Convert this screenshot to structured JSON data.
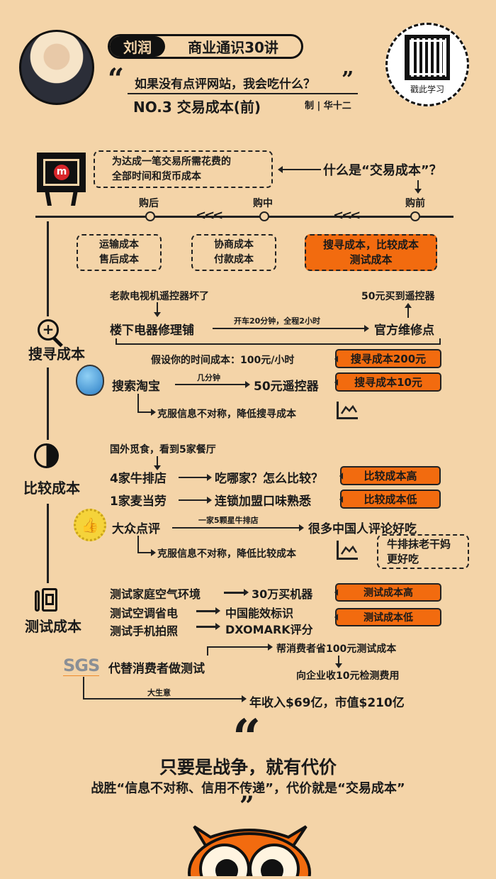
{
  "header": {
    "author": "刘润",
    "series": "商业通识30讲",
    "question": "如果没有点评网站，我会吃什么？",
    "episode": "NO.3  交易成本(前)",
    "credit": "制 | 华十二",
    "qr_label": "戳此学习"
  },
  "definition": {
    "text_line1": "为达成一笔交易所需花费的",
    "text_line2": "全部时间和货币成本",
    "question": "什么是“交易成本”？"
  },
  "timeline": {
    "stages": [
      "购后",
      "购中",
      "购前"
    ],
    "boxes": [
      {
        "line1": "运输成本",
        "line2": "售后成本"
      },
      {
        "line1": "协商成本",
        "line2": "付款成本"
      },
      {
        "line1": "搜寻成本，比较成本",
        "line2": "测试成本"
      }
    ]
  },
  "search": {
    "label": "搜寻成本",
    "scenario": "老款电视机遥控器坏了",
    "shop": "楼下电器修理铺",
    "drive": "开车20分钟，全程2小时",
    "official": "官方维修点",
    "bought": "50元买到遥控器",
    "assume": "假设你的时间成本：100元/小时",
    "cost_high": "搜寻成本200元",
    "taobao": "搜索淘宝",
    "minutes": "几分钟",
    "remote": "50元遥控器",
    "cost_low": "搜寻成本10元",
    "conclusion": "克服信息不对称，降低搜寻成本"
  },
  "compare": {
    "label": "比较成本",
    "scenario": "国外觅食，看到5家餐厅",
    "steak": "4家牛排店",
    "which": "吃哪家？怎么比较？",
    "cost_high": "比较成本高",
    "mcd": "1家麦当劳",
    "chain": "连锁加盟口味熟悉",
    "cost_low": "比较成本低",
    "dianping": "大众点评",
    "five_star": "一家5颗星牛排店",
    "reviews": "很多中国人评论好吃",
    "conclusion": "克服信息不对称，降低比较成本",
    "note_line1": "牛排抹老干妈",
    "note_line2": "更好吃"
  },
  "test": {
    "label": "测试成本",
    "rows": [
      {
        "left": "测试家庭空气环境",
        "right": "30万买机器"
      },
      {
        "left": "测试空调省电",
        "right": "中国能效标识"
      },
      {
        "left": "测试手机拍照",
        "right": "DXOMARK评分"
      }
    ],
    "cost_high": "测试成本高",
    "cost_low": "测试成本低",
    "sgs_logo": "SGS",
    "sgs": "代替消费者做测试",
    "save": "帮消费者省100元测试成本",
    "charge": "向企业收10元检测费用",
    "big_business": "大生意",
    "revenue": "年收入$69亿，市值$210亿"
  },
  "quote": {
    "main": "只要是战争，就有代价",
    "sub": "战胜“信息不对称、信用不传递”，代价就是“交易成本”"
  },
  "colors": {
    "background": "#f4d4a8",
    "accent": "#f26b0f",
    "ink": "#1a1a1a"
  }
}
